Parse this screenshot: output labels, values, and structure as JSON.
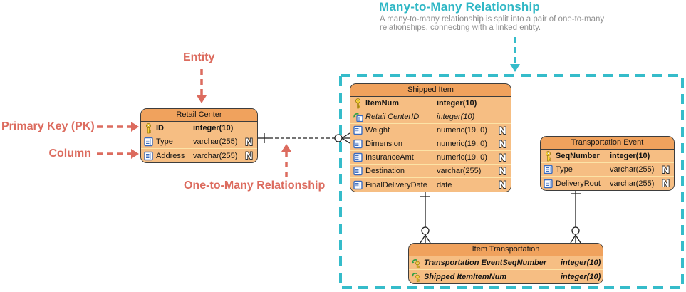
{
  "annotation": {
    "many_to_many": {
      "title": "Many-to-Many Relationship",
      "desc_line1": "A many-to-many relationship is split into a pair of one-to-many",
      "desc_line2": "relationships, connecting with a linked entity."
    },
    "labels": {
      "entity": "Entity",
      "primary_key": "Primary Key (PK)",
      "column": "Column",
      "one_to_many": "One-to-Many Relationship"
    }
  },
  "colors": {
    "accent_teal": "#2fb7c5",
    "accent_salmon": "#dc6b5e",
    "table_header": "#f0a25d",
    "table_body": "#f6be83",
    "description_gray": "#8f8f8f"
  },
  "tables": [
    {
      "id": "retail-center",
      "title": "Retail Center",
      "columns": [
        {
          "icon": "pk",
          "name": "ID",
          "type": "integer(10)",
          "emphasis": "pk",
          "nullable": false
        },
        {
          "icon": "col",
          "name": "Type",
          "type": "varchar(255)",
          "emphasis": "",
          "nullable": true
        },
        {
          "icon": "col",
          "name": "Address",
          "type": "varchar(255)",
          "emphasis": "",
          "nullable": true
        }
      ]
    },
    {
      "id": "shipped-item",
      "title": "Shipped Item",
      "columns": [
        {
          "icon": "pk",
          "name": "ItemNum",
          "type": "integer(10)",
          "emphasis": "pk",
          "nullable": false
        },
        {
          "icon": "fk",
          "name": "Retail CenterID",
          "type": "integer(10)",
          "emphasis": "fk",
          "nullable": false
        },
        {
          "icon": "col",
          "name": "Weight",
          "type": "numeric(19, 0)",
          "emphasis": "",
          "nullable": true
        },
        {
          "icon": "col",
          "name": "Dimension",
          "type": "numeric(19, 0)",
          "emphasis": "",
          "nullable": true
        },
        {
          "icon": "col",
          "name": "InsuranceAmt",
          "type": "numeric(19, 0)",
          "emphasis": "",
          "nullable": true
        },
        {
          "icon": "col",
          "name": "Destination",
          "type": "varchar(255)",
          "emphasis": "",
          "nullable": true
        },
        {
          "icon": "col",
          "name": "FinalDeliveryDate",
          "type": "date",
          "emphasis": "",
          "nullable": true
        }
      ]
    },
    {
      "id": "transportation-event",
      "title": "Transportation Event",
      "columns": [
        {
          "icon": "pk",
          "name": "SeqNumber",
          "type": "integer(10)",
          "emphasis": "pk",
          "nullable": false
        },
        {
          "icon": "col",
          "name": "Type",
          "type": "varchar(255)",
          "emphasis": "",
          "nullable": true
        },
        {
          "icon": "col",
          "name": "DeliveryRout",
          "type": "varchar(255)",
          "emphasis": "",
          "nullable": true
        }
      ]
    },
    {
      "id": "item-transportation",
      "title": "Item Transportation",
      "columns": [
        {
          "icon": "pkfk",
          "name": "Transportation EventSeqNumber",
          "type": "integer(10)",
          "emphasis": "pkfk",
          "nullable": false
        },
        {
          "icon": "pkfk",
          "name": "Shipped ItemItemNum",
          "type": "integer(10)",
          "emphasis": "pkfk",
          "nullable": false
        }
      ]
    }
  ],
  "relationships": [
    {
      "from": "Retail Center",
      "to": "Shipped Item",
      "cardinality": "one to zero-or-many",
      "line": "dashed"
    },
    {
      "from": "Shipped Item",
      "to": "Item Transportation",
      "cardinality": "one to zero-or-many",
      "line": "solid"
    },
    {
      "from": "Transportation Event",
      "to": "Item Transportation",
      "cardinality": "one to zero-or-many",
      "line": "solid"
    }
  ]
}
